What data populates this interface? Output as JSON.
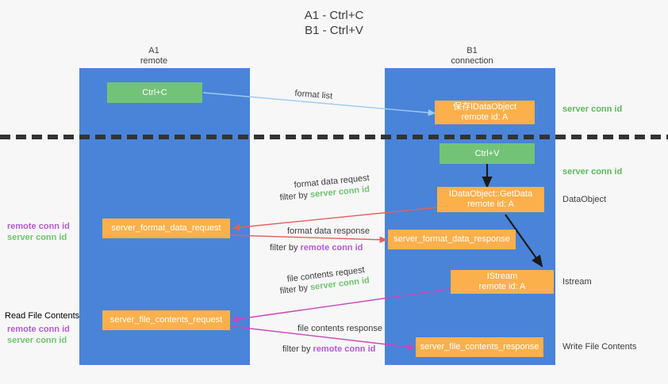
{
  "title": {
    "line1": "A1 - Ctrl+C",
    "line2": "B1 - Ctrl+V"
  },
  "lanes": [
    {
      "name": "A1",
      "sub": "remote"
    },
    {
      "name": "B1",
      "sub": "connection"
    }
  ],
  "nodes": {
    "ctrl_c": "Ctrl+C",
    "ctrl_v": "Ctrl+V",
    "save_idataobject_l1": "保存IDataObject",
    "save_idataobject_l2": "remote id: A",
    "getdata_l1": "IDataObject::GetData",
    "getdata_l2": "remote id: A",
    "istream_l1": "IStream",
    "istream_l2": "remote id: A",
    "server_format_data_request": "server_format_data_request",
    "server_format_data_response": "server_format_data_response",
    "server_file_contents_request": "server_file_contents_request",
    "server_file_contents_response": "server_file_contents_response"
  },
  "side_labels": {
    "server_conn_id_top": "server conn id",
    "server_conn_id_mid": "server conn id",
    "dataobject": "DataObject",
    "istream": "Istream",
    "write_file_contents": "Write File Contents"
  },
  "margin_notes": {
    "format_remote": "remote conn id",
    "format_server": "server conn id",
    "read_file_contents": "Read File Contents",
    "file_remote": "remote conn id",
    "file_server": "server conn id"
  },
  "edges": {
    "format_list": "format list",
    "format_data_request": "format data request",
    "format_data_request_filter_prefix": "filter by ",
    "format_data_request_filter_value": "server conn id",
    "format_data_response": "format data response",
    "format_data_response_filter_prefix": "filter by ",
    "format_data_response_filter_value": "remote conn id",
    "file_contents_request": "file contents request",
    "file_contents_request_filter_prefix": "filter by ",
    "file_contents_request_filter_value": "server conn id",
    "file_contents_response": "file contents response",
    "file_contents_response_filter_prefix": "filter by ",
    "file_contents_response_filter_value": "remote conn id"
  },
  "colors": {
    "lane": "#4a84d8",
    "green_node": "#73c377",
    "orange_node": "#fbb04b",
    "remote_conn": "#b55ad4",
    "server_conn": "#6fc46f",
    "arrow_red": "#e4615c",
    "arrow_magenta": "#cc44bb",
    "arrow_blue": "#9ecbf0",
    "arrow_black": "#1a1a1a",
    "divider": "#333333",
    "background": "#f7f7f7"
  }
}
